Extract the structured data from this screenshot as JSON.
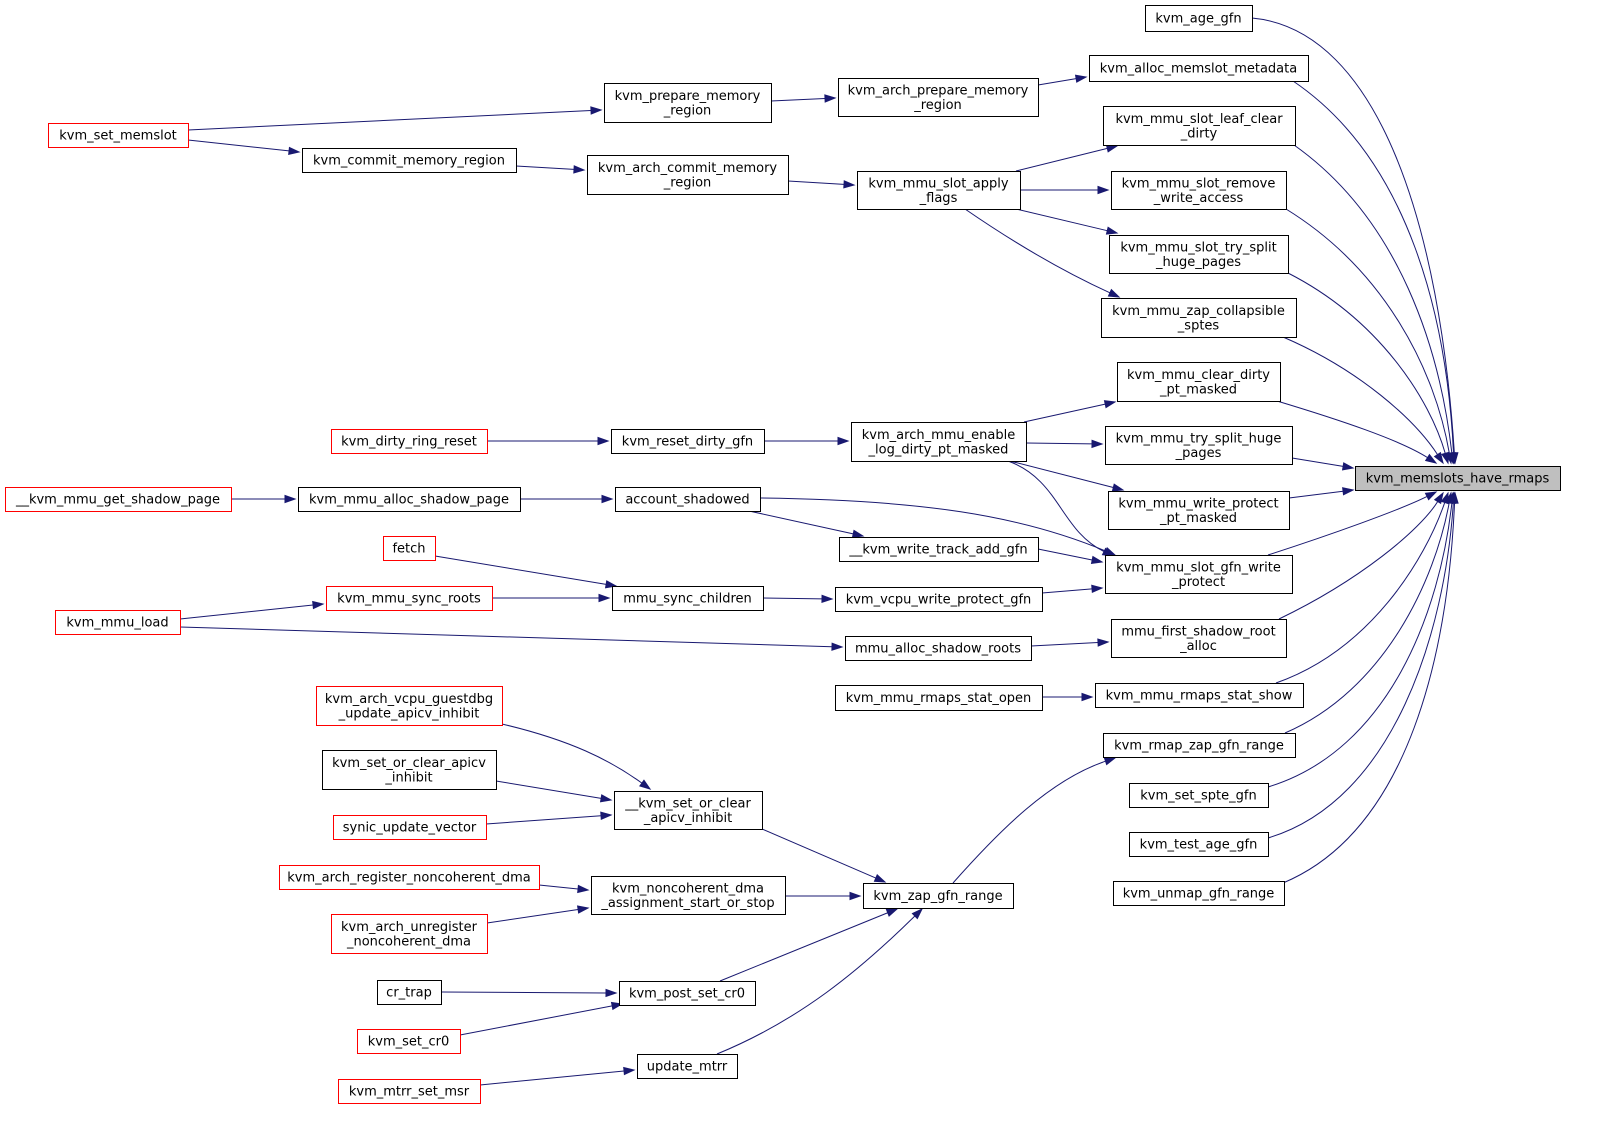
{
  "nodes": {
    "root": {
      "lines": [
        "kvm_memslots_have_rmaps"
      ],
      "style": "root"
    },
    "age_gfn": {
      "lines": [
        "kvm_age_gfn"
      ],
      "style": "black"
    },
    "alloc_meta": {
      "lines": [
        "kvm_alloc_memslot_metadata"
      ],
      "style": "black"
    },
    "leaf_clear": {
      "lines": [
        "kvm_mmu_slot_leaf_clear",
        "_dirty"
      ],
      "style": "black"
    },
    "remove_write": {
      "lines": [
        "kvm_mmu_slot_remove",
        "_write_access"
      ],
      "style": "black"
    },
    "try_split_huge": {
      "lines": [
        "kvm_mmu_slot_try_split",
        "_huge_pages"
      ],
      "style": "black"
    },
    "zap_collapsible": {
      "lines": [
        "kvm_mmu_zap_collapsible",
        "_sptes"
      ],
      "style": "black"
    },
    "clear_dirty": {
      "lines": [
        "kvm_mmu_clear_dirty",
        "_pt_masked"
      ],
      "style": "black"
    },
    "try_split_pages": {
      "lines": [
        "kvm_mmu_try_split_huge",
        "_pages"
      ],
      "style": "black"
    },
    "write_protect_masked": {
      "lines": [
        "kvm_mmu_write_protect",
        "_pt_masked"
      ],
      "style": "black"
    },
    "gfn_write_protect": {
      "lines": [
        "kvm_mmu_slot_gfn_write",
        "_protect"
      ],
      "style": "black"
    },
    "first_shadow": {
      "lines": [
        "mmu_first_shadow_root",
        "_alloc"
      ],
      "style": "black"
    },
    "rmaps_stat_show": {
      "lines": [
        "kvm_mmu_rmaps_stat_show"
      ],
      "style": "black"
    },
    "rmap_zap": {
      "lines": [
        "kvm_rmap_zap_gfn_range"
      ],
      "style": "black"
    },
    "set_spte": {
      "lines": [
        "kvm_set_spte_gfn"
      ],
      "style": "black"
    },
    "test_age": {
      "lines": [
        "kvm_test_age_gfn"
      ],
      "style": "black"
    },
    "unmap_gfn": {
      "lines": [
        "kvm_unmap_gfn_range"
      ],
      "style": "black"
    },
    "arch_prepare": {
      "lines": [
        "kvm_arch_prepare_memory",
        "_region"
      ],
      "style": "black"
    },
    "slot_apply": {
      "lines": [
        "kvm_mmu_slot_apply",
        "_flags"
      ],
      "style": "black"
    },
    "arch_enable_log": {
      "lines": [
        "kvm_arch_mmu_enable",
        "_log_dirty_pt_masked"
      ],
      "style": "black"
    },
    "write_track_add": {
      "lines": [
        "__kvm_write_track_add_gfn"
      ],
      "style": "black"
    },
    "vcpu_write_protect": {
      "lines": [
        "kvm_vcpu_write_protect_gfn"
      ],
      "style": "black"
    },
    "alloc_shadow_roots": {
      "lines": [
        "mmu_alloc_shadow_roots"
      ],
      "style": "black"
    },
    "rmaps_stat_open": {
      "lines": [
        "kvm_mmu_rmaps_stat_open"
      ],
      "style": "black"
    },
    "zap_gfn_range": {
      "lines": [
        "kvm_zap_gfn_range"
      ],
      "style": "black"
    },
    "prepare_mem": {
      "lines": [
        "kvm_prepare_memory",
        "_region"
      ],
      "style": "black"
    },
    "commit_mem": {
      "lines": [
        "kvm_commit_memory_region"
      ],
      "style": "black"
    },
    "arch_commit": {
      "lines": [
        "kvm_arch_commit_memory",
        "_region"
      ],
      "style": "black"
    },
    "reset_dirty": {
      "lines": [
        "kvm_reset_dirty_gfn"
      ],
      "style": "black"
    },
    "account_shadowed": {
      "lines": [
        "account_shadowed"
      ],
      "style": "black"
    },
    "sync_children": {
      "lines": [
        "mmu_sync_children"
      ],
      "style": "black"
    },
    "set_or_clear_apicv": {
      "lines": [
        "__kvm_set_or_clear",
        "_apicv_inhibit"
      ],
      "style": "black"
    },
    "noncoherent_dma": {
      "lines": [
        "kvm_noncoherent_dma",
        "_assignment_start_or_stop"
      ],
      "style": "black"
    },
    "post_set_cr0": {
      "lines": [
        "kvm_post_set_cr0"
      ],
      "style": "black"
    },
    "update_mtrr": {
      "lines": [
        "update_mtrr"
      ],
      "style": "black"
    },
    "set_memslot": {
      "lines": [
        "kvm_set_memslot"
      ],
      "style": "red"
    },
    "dirty_ring_reset": {
      "lines": [
        "kvm_dirty_ring_reset"
      ],
      "style": "red"
    },
    "get_shadow_page": {
      "lines": [
        "__kvm_mmu_get_shadow_page"
      ],
      "style": "red"
    },
    "alloc_shadow_page": {
      "lines": [
        "kvm_mmu_alloc_shadow_page"
      ],
      "style": "black"
    },
    "fetch": {
      "lines": [
        "fetch"
      ],
      "style": "red"
    },
    "sync_roots": {
      "lines": [
        "kvm_mmu_sync_roots"
      ],
      "style": "red"
    },
    "mmu_load": {
      "lines": [
        "kvm_mmu_load"
      ],
      "style": "red"
    },
    "guestdbg": {
      "lines": [
        "kvm_arch_vcpu_guestdbg",
        "_update_apicv_inhibit"
      ],
      "style": "red"
    },
    "set_or_clear_apicv_inh": {
      "lines": [
        "kvm_set_or_clear_apicv",
        "_inhibit"
      ],
      "style": "black"
    },
    "synic": {
      "lines": [
        "synic_update_vector"
      ],
      "style": "red"
    },
    "register_nc": {
      "lines": [
        "kvm_arch_register_noncoherent_dma"
      ],
      "style": "red"
    },
    "unregister_nc": {
      "lines": [
        "kvm_arch_unregister",
        "_noncoherent_dma"
      ],
      "style": "red"
    },
    "cr_trap": {
      "lines": [
        "cr_trap"
      ],
      "style": "black"
    },
    "set_cr0": {
      "lines": [
        "kvm_set_cr0"
      ],
      "style": "red"
    },
    "mtrr_set_msr": {
      "lines": [
        "kvm_mtrr_set_msr"
      ],
      "style": "red"
    }
  },
  "edges": [
    [
      "age_gfn",
      "root"
    ],
    [
      "alloc_meta",
      "root"
    ],
    [
      "leaf_clear",
      "root"
    ],
    [
      "remove_write",
      "root"
    ],
    [
      "try_split_huge",
      "root"
    ],
    [
      "zap_collapsible",
      "root"
    ],
    [
      "clear_dirty",
      "root"
    ],
    [
      "try_split_pages",
      "root"
    ],
    [
      "write_protect_masked",
      "root"
    ],
    [
      "gfn_write_protect",
      "root"
    ],
    [
      "first_shadow",
      "root"
    ],
    [
      "rmaps_stat_show",
      "root"
    ],
    [
      "rmap_zap",
      "root"
    ],
    [
      "set_spte",
      "root"
    ],
    [
      "test_age",
      "root"
    ],
    [
      "unmap_gfn",
      "root"
    ],
    [
      "arch_prepare",
      "alloc_meta"
    ],
    [
      "slot_apply",
      "leaf_clear"
    ],
    [
      "slot_apply",
      "remove_write"
    ],
    [
      "slot_apply",
      "try_split_huge"
    ],
    [
      "slot_apply",
      "zap_collapsible"
    ],
    [
      "arch_enable_log",
      "clear_dirty"
    ],
    [
      "arch_enable_log",
      "try_split_pages"
    ],
    [
      "arch_enable_log",
      "write_protect_masked"
    ],
    [
      "arch_enable_log",
      "gfn_write_protect"
    ],
    [
      "account_shadowed",
      "gfn_write_protect"
    ],
    [
      "write_track_add",
      "gfn_write_protect"
    ],
    [
      "vcpu_write_protect",
      "gfn_write_protect"
    ],
    [
      "alloc_shadow_roots",
      "first_shadow"
    ],
    [
      "rmaps_stat_open",
      "rmaps_stat_show"
    ],
    [
      "zap_gfn_range",
      "rmap_zap"
    ],
    [
      "prepare_mem",
      "arch_prepare"
    ],
    [
      "set_memslot",
      "prepare_mem"
    ],
    [
      "set_memslot",
      "commit_mem"
    ],
    [
      "commit_mem",
      "arch_commit"
    ],
    [
      "arch_commit",
      "slot_apply"
    ],
    [
      "dirty_ring_reset",
      "reset_dirty"
    ],
    [
      "reset_dirty",
      "arch_enable_log"
    ],
    [
      "get_shadow_page",
      "alloc_shadow_page"
    ],
    [
      "alloc_shadow_page",
      "account_shadowed"
    ],
    [
      "account_shadowed",
      "write_track_add"
    ],
    [
      "fetch",
      "sync_children"
    ],
    [
      "sync_roots",
      "sync_children"
    ],
    [
      "mmu_load",
      "sync_roots"
    ],
    [
      "mmu_load",
      "alloc_shadow_roots"
    ],
    [
      "sync_children",
      "vcpu_write_protect"
    ],
    [
      "guestdbg",
      "set_or_clear_apicv"
    ],
    [
      "set_or_clear_apicv_inh",
      "set_or_clear_apicv"
    ],
    [
      "synic",
      "set_or_clear_apicv"
    ],
    [
      "set_or_clear_apicv",
      "zap_gfn_range"
    ],
    [
      "register_nc",
      "noncoherent_dma"
    ],
    [
      "unregister_nc",
      "noncoherent_dma"
    ],
    [
      "noncoherent_dma",
      "zap_gfn_range"
    ],
    [
      "cr_trap",
      "post_set_cr0"
    ],
    [
      "set_cr0",
      "post_set_cr0"
    ],
    [
      "post_set_cr0",
      "zap_gfn_range"
    ],
    [
      "mtrr_set_msr",
      "update_mtrr"
    ],
    [
      "update_mtrr",
      "zap_gfn_range"
    ]
  ],
  "colors": {
    "edge": "#191970",
    "root_fill": "#bfbfbf",
    "node_border": "#000000",
    "red_border": "#ff0000",
    "text": "#000000",
    "background": "#ffffff"
  }
}
